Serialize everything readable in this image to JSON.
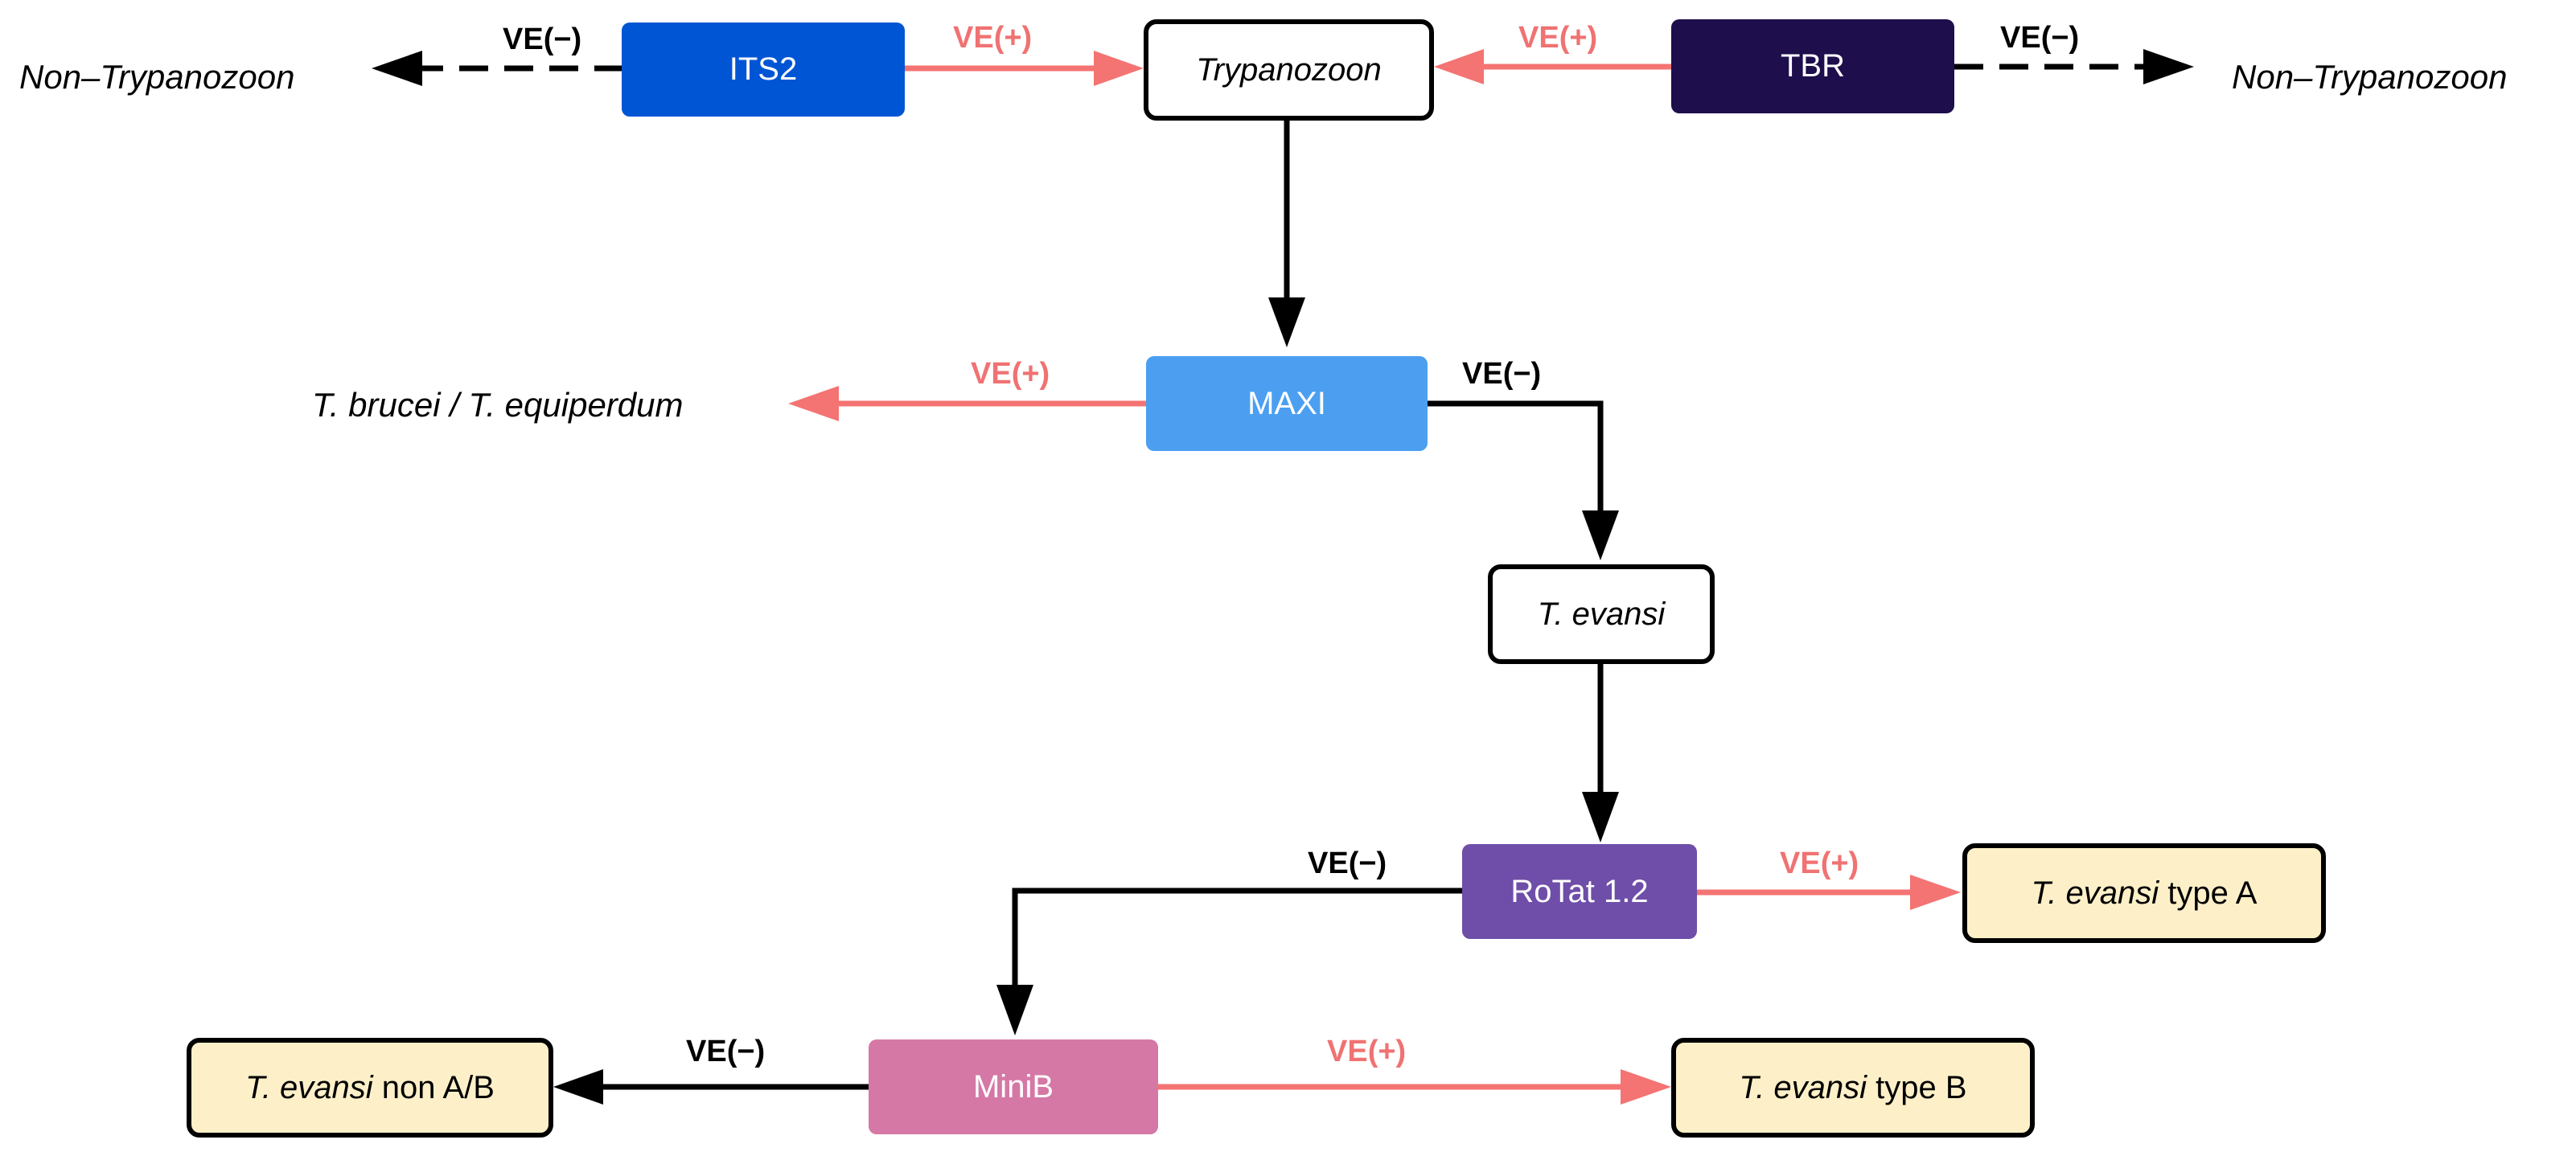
{
  "colors": {
    "positive": "#f47373",
    "negative": "#000000",
    "its2": "#0055d4",
    "tbr": "#1e0e4c",
    "maxi": "#4c9ff0",
    "rotat": "#6e4ea8",
    "minib": "#d578a6",
    "result_fill": "#fdf0c8"
  },
  "labels": {
    "ve_pos": "VE(+)",
    "ve_neg": "VE(−)"
  },
  "nodes": {
    "its2": "ITS2",
    "tbr": "TBR",
    "trypanozoon": "Trypanozoon",
    "maxi": "MAXI",
    "t_evansi": "T. evansi",
    "rotat": "RoTat 1.2",
    "minib": "MiniB"
  },
  "outcomes": {
    "non_trypanozoon_left": "Non–Trypanozoon",
    "non_trypanozoon_right": "Non–Trypanozoon",
    "brucei_equiperdum": "T. brucei / T. equiperdum",
    "type_a_species": "T. evansi",
    "type_a_suffix": " type A",
    "type_b_species": "T. evansi",
    "type_b_suffix": " type B",
    "non_ab_species": "T. evansi",
    "non_ab_suffix": " non A/B"
  }
}
